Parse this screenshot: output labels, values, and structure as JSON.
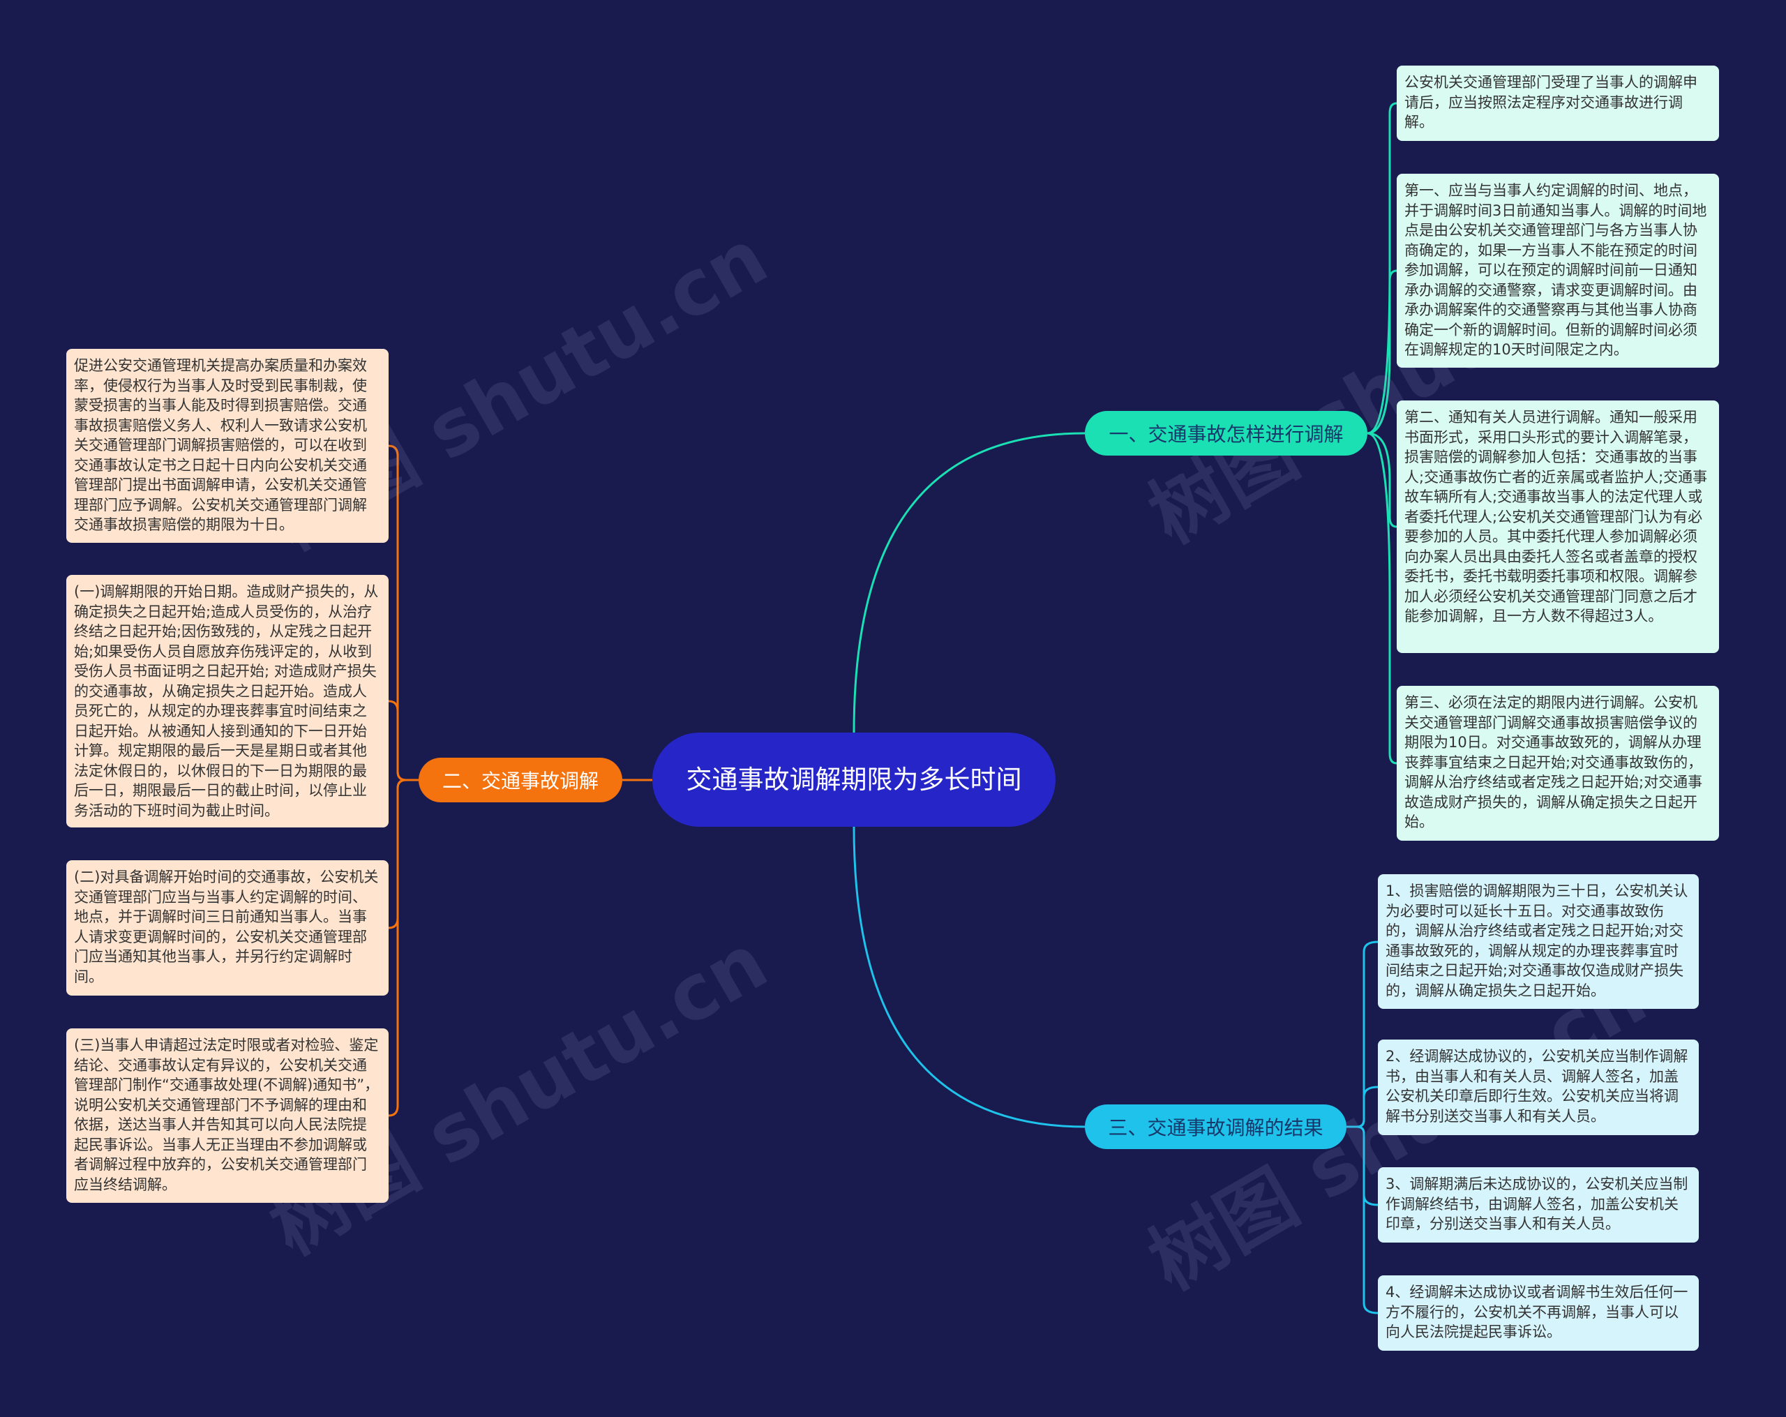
{
  "center": {
    "title": "交通事故调解期限为多长时间"
  },
  "branches": {
    "b1": {
      "label": "一、交通事故怎样进行调解",
      "color": "#1be0b4",
      "items": [
        "公安机关交通管理部门受理了当事人的调解申请后，应当按照法定程序对交通事故进行调解。",
        "第一、应当与当事人约定调解的时间、地点，并于调解时间3日前通知当事人。调解的时间地点是由公安机关交通管理部门与各方当事人协商确定的，如果一方当事人不能在预定的时间参加调解，可以在预定的调解时间前一日通知承办调解的交通警察，请求变更调解时间。由承办调解案件的交通警察再与其他当事人协商确定一个新的调解时间。但新的调解时间必须在调解规定的10天时间限定之内。",
        "第二、通知有关人员进行调解。通知一般采用书面形式，采用口头形式的要计入调解笔录，损害赔偿的调解参加人包括：交通事故的当事人;交通事故伤亡者的近亲属或者监护人;交通事故车辆所有人;交通事故当事人的法定代理人或者委托代理人;公安机关交通管理部门认为有必要参加的人员。其中委托代理人参加调解必须向办案人员出具由委托人签名或者盖章的授权委托书，委托书载明委托事项和权限。调解参加人必须经公安机关交通管理部门同意之后才能参加调解，且一方人数不得超过3人。",
        "第三、必须在法定的期限内进行调解。公安机关交通管理部门调解交通事故损害赔偿争议的期限为10日。对交通事故致死的，调解从办理丧葬事宜结束之日起开始;对交通事故致伤的，调解从治疗终结或者定残之日起开始;对交通事故造成财产损失的，调解从确定损失之日起开始。"
      ]
    },
    "b2": {
      "label": "二、交通事故调解",
      "color": "#f5730f",
      "items": [
        "促进公安交通管理机关提高办案质量和办案效率，使侵权行为当事人及时受到民事制裁，使蒙受损害的当事人能及时得到损害赔偿。交通事故损害赔偿义务人、权利人一致请求公安机关交通管理部门调解损害赔偿的，可以在收到交通事故认定书之日起十日内向公安机关交通管理部门提出书面调解申请，公安机关交通管理部门应予调解。公安机关交通管理部门调解交通事故损害赔偿的期限为十日。",
        "(一)调解期限的开始日期。造成财产损失的，从确定损失之日起开始;造成人员受伤的，从治疗终结之日起开始;因伤致残的，从定残之日起开始;如果受伤人员自愿放弃伤残评定的，从收到受伤人员书面证明之日起开始; 对造成财产损失的交通事故，从确定损失之日起开始。造成人员死亡的，从规定的办理丧葬事宜时间结束之日起开始。从被通知人接到通知的下一日开始计算。规定期限的最后一天是星期日或者其他法定休假日的，以休假日的下一日为期限的最后一日，期限最后一日的截止时间，以停止业务活动的下班时间为截止时间。",
        "(二)对具备调解开始时间的交通事故，公安机关交通管理部门应当与当事人约定调解的时间、地点，并于调解时间三日前通知当事人。当事人请求变更调解时间的，公安机关交通管理部门应当通知其他当事人，并另行约定调解时间。",
        "(三)当事人申请超过法定时限或者对检验、鉴定结论、交通事故认定有异议的，公安机关交通管理部门制作“交通事故处理(不调解)通知书”，说明公安机关交通管理部门不予调解的理由和依据，送达当事人并告知其可以向人民法院提起民事诉讼。当事人无正当理由不参加调解或者调解过程中放弃的，公安机关交通管理部门应当终结调解。"
      ]
    },
    "b3": {
      "label": "三、交通事故调解的结果",
      "color": "#1ec2ea",
      "items": [
        "1、损害赔偿的调解期限为三十日，公安机关认为必要时可以延长十五日。对交通事故致伤的，调解从治疗终结或者定残之日起开始;对交通事故致死的，调解从规定的办理丧葬事宜时间结束之日起开始;对交通事故仅造成财产损失的，调解从确定损失之日起开始。",
        "2、经调解达成协议的，公安机关应当制作调解书，由当事人和有关人员、调解人签名，加盖公安机关印章后即行生效。公安机关应当将调解书分别送交当事人和有关人员。",
        "3、调解期满后未达成协议的，公安机关应当制作调解终结书，由调解人签名，加盖公安机关印章，分别送交当事人和有关人员。",
        "4、经调解未达成协议或者调解书生效后任何一方不履行的，公安机关不再调解，当事人可以向人民法院提起民事诉讼。"
      ]
    }
  },
  "watermark": "树图 shutu.cn"
}
